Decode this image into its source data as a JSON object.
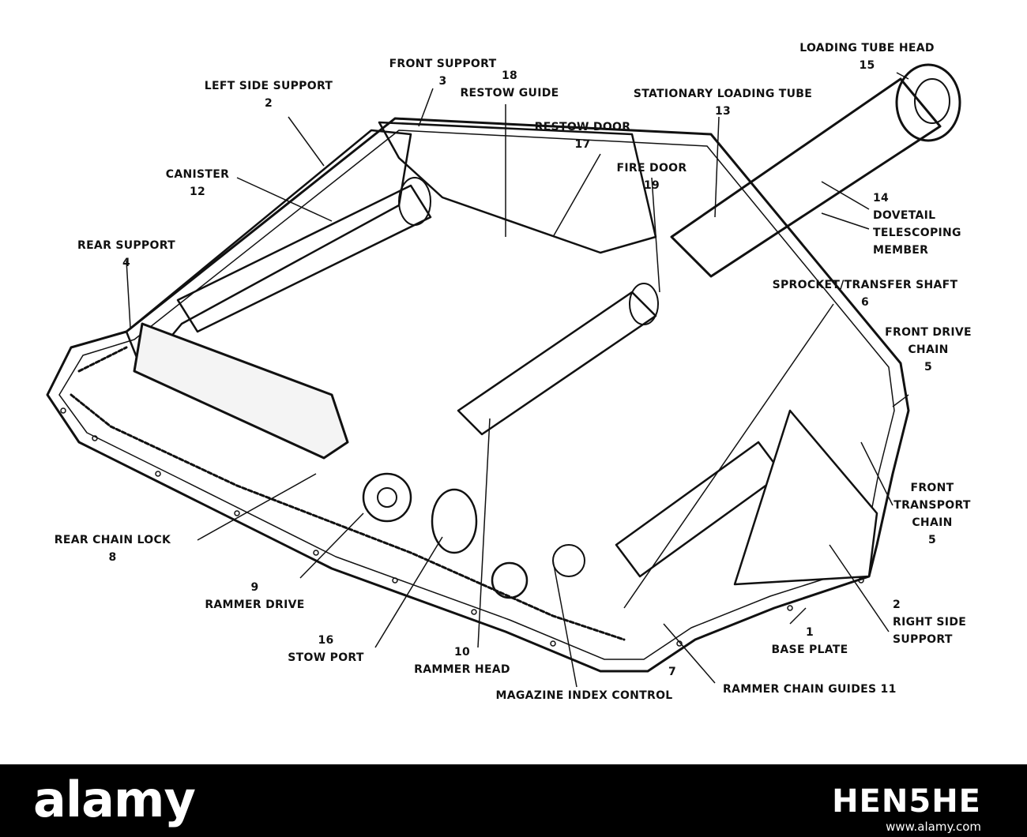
{
  "callouts": [
    {
      "id": "loading-tube-head",
      "lines": [
        "LOADING TUBE HEAD",
        "15"
      ]
    },
    {
      "id": "front-support",
      "lines": [
        "FRONT SUPPORT",
        "3"
      ]
    },
    {
      "id": "left-side-support",
      "lines": [
        "LEFT SIDE SUPPORT",
        "2"
      ]
    },
    {
      "id": "restow-guide",
      "lines": [
        "18",
        "RESTOW GUIDE"
      ]
    },
    {
      "id": "stationary-loading-tube",
      "lines": [
        "STATIONARY LOADING TUBE",
        "13"
      ]
    },
    {
      "id": "restow-door",
      "lines": [
        "RESTOW DOOR",
        "17"
      ]
    },
    {
      "id": "canister",
      "lines": [
        "CANISTER",
        "12"
      ]
    },
    {
      "id": "fire-door",
      "lines": [
        "FIRE DOOR",
        "19"
      ]
    },
    {
      "id": "dovetail-telescoping-member",
      "lines": [
        "14",
        "DOVETAIL",
        "TELESCOPING",
        "MEMBER"
      ]
    },
    {
      "id": "rear-support",
      "lines": [
        "REAR SUPPORT",
        "4"
      ]
    },
    {
      "id": "sprocket-transfer-shaft",
      "lines": [
        "SPROCKET/TRANSFER SHAFT",
        "6"
      ]
    },
    {
      "id": "front-drive-chain",
      "lines": [
        "FRONT DRIVE",
        "CHAIN",
        "5"
      ]
    },
    {
      "id": "front-transport-chain",
      "lines": [
        "FRONT",
        "TRANSPORT",
        "CHAIN",
        "5"
      ]
    },
    {
      "id": "rear-chain-lock",
      "lines": [
        "REAR CHAIN LOCK",
        "8"
      ]
    },
    {
      "id": "rammer-drive",
      "lines": [
        "9",
        "RAMMER DRIVE"
      ]
    },
    {
      "id": "right-side-support",
      "lines": [
        "2",
        "RIGHT SIDE",
        "SUPPORT"
      ]
    },
    {
      "id": "base-plate",
      "lines": [
        "1",
        "BASE PLATE"
      ]
    },
    {
      "id": "stow-port",
      "lines": [
        "16",
        "STOW PORT"
      ]
    },
    {
      "id": "rammer-head",
      "lines": [
        "10",
        "RAMMER HEAD"
      ]
    },
    {
      "id": "rammer-chain-guides",
      "lines": [
        "7",
        "RAMMER CHAIN GUIDES 11"
      ]
    },
    {
      "id": "magazine-index-control",
      "lines": [
        "MAGAZINE INDEX CONTROL"
      ]
    }
  ],
  "stock": {
    "logo": "alamy",
    "image_id": "HEN5HE",
    "footer": "www.alamy.com"
  },
  "colors": {
    "ink": "#111111",
    "paper": "#ffffff",
    "bar": "#000000"
  }
}
